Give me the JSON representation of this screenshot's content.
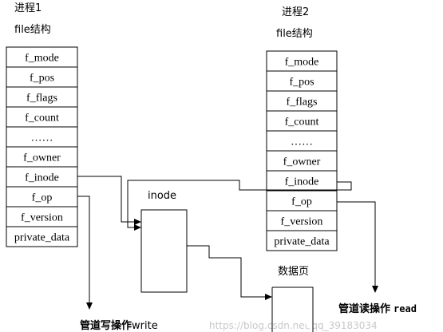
{
  "process1": {
    "title": "进程1",
    "subtitle": "file结构",
    "fields": [
      "f_mode",
      "f_pos",
      "f_flags",
      "f_count",
      "……",
      "f_owner",
      "f_inode",
      "f_op",
      "f_version",
      "private_data"
    ]
  },
  "process2": {
    "title": "进程2",
    "subtitle": "file结构",
    "fields": [
      "f_mode",
      "f_pos",
      "f_flags",
      "f_count",
      "……",
      "f_owner",
      "f_inode",
      "f_op",
      "f_version",
      "private_data"
    ]
  },
  "inode": {
    "label": "inode"
  },
  "data_page": {
    "label": "数据页"
  },
  "write_op": {
    "prefix": "管道写操作",
    "op": "write"
  },
  "read_op": {
    "prefix": "管道读操作",
    "op": "read"
  },
  "watermark": "https://blog.csdn.net/qq_39183034"
}
